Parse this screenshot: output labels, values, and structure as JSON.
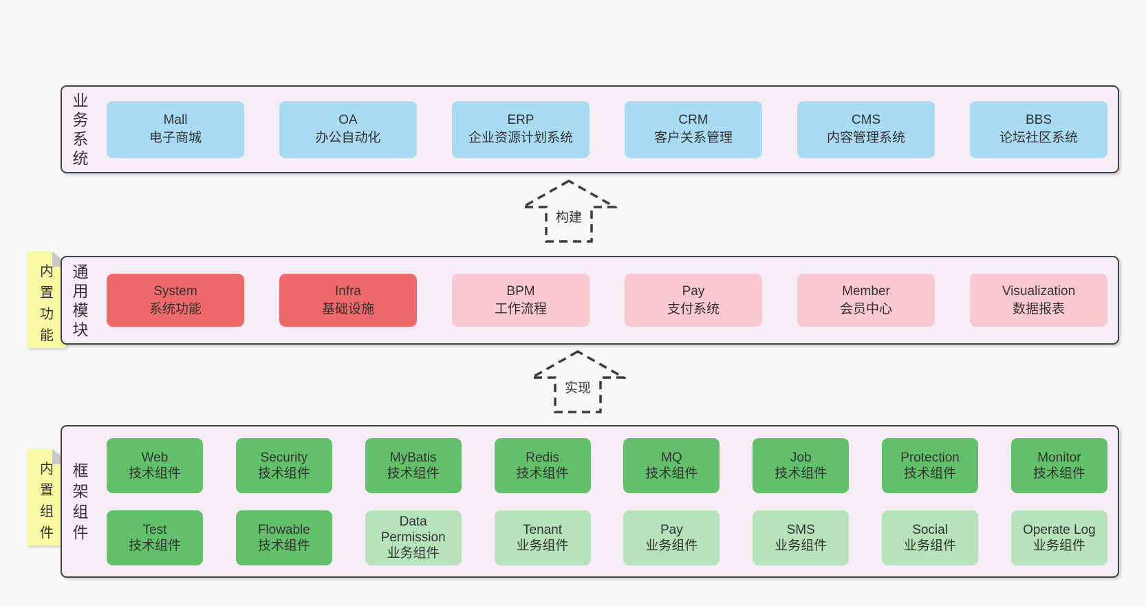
{
  "colors": {
    "page_bg": "#f8f8f8",
    "panel_bg": "#f7edf6",
    "panel_border": "#404040",
    "box_blue": "#a9dbf3",
    "box_red": "#ee6a6a",
    "box_pink": "#f9c8d1",
    "box_green": "#62c06a",
    "box_green_light": "#b7e3ba",
    "sticky_yellow": "#f8f9a2",
    "sticky_fold": "#c8c8c8",
    "text": "#333333",
    "arrow": "#3c3c3c"
  },
  "business": {
    "label": "业务系统",
    "boxes": [
      {
        "en": "Mall",
        "zh": "电子商城"
      },
      {
        "en": "OA",
        "zh": "办公自动化"
      },
      {
        "en": "ERP",
        "zh": "企业资源计划系统"
      },
      {
        "en": "CRM",
        "zh": "客户关系管理"
      },
      {
        "en": "CMS",
        "zh": "内容管理系统"
      },
      {
        "en": "BBS",
        "zh": "论坛社区系统"
      }
    ]
  },
  "arrow_build": {
    "label": "构建"
  },
  "modules": {
    "label": "通用模块",
    "sticky": "内置功能",
    "boxes": [
      {
        "en": "System",
        "zh": "系统功能"
      },
      {
        "en": "Infra",
        "zh": "基础设施"
      },
      {
        "en": "BPM",
        "zh": "工作流程"
      },
      {
        "en": "Pay",
        "zh": "支付系统"
      },
      {
        "en": "Member",
        "zh": "会员中心"
      },
      {
        "en": "Visualization",
        "zh": "数据报表"
      }
    ]
  },
  "arrow_implement": {
    "label": "实现"
  },
  "components": {
    "label": "框架组件",
    "sticky": "内置组件",
    "row1": [
      {
        "en": "Web",
        "zh": "技术组件"
      },
      {
        "en": "Security",
        "zh": "技术组件"
      },
      {
        "en": "MyBatis",
        "zh": "技术组件"
      },
      {
        "en": "Redis",
        "zh": "技术组件"
      },
      {
        "en": "MQ",
        "zh": "技术组件"
      },
      {
        "en": "Job",
        "zh": "技术组件"
      },
      {
        "en": "Protection",
        "zh": "技术组件"
      },
      {
        "en": "Monitor",
        "zh": "技术组件"
      }
    ],
    "row2": [
      {
        "en": "Test",
        "zh": "技术组件"
      },
      {
        "en": "Flowable",
        "zh": "技术组件"
      },
      {
        "en": "Data Permission",
        "zh": "业务组件"
      },
      {
        "en": "Tenant",
        "zh": "业务组件"
      },
      {
        "en": "Pay",
        "zh": "业务组件"
      },
      {
        "en": "SMS",
        "zh": "业务组件"
      },
      {
        "en": "Social",
        "zh": "业务组件"
      },
      {
        "en": "Operate Log",
        "zh": "业务组件"
      }
    ]
  }
}
